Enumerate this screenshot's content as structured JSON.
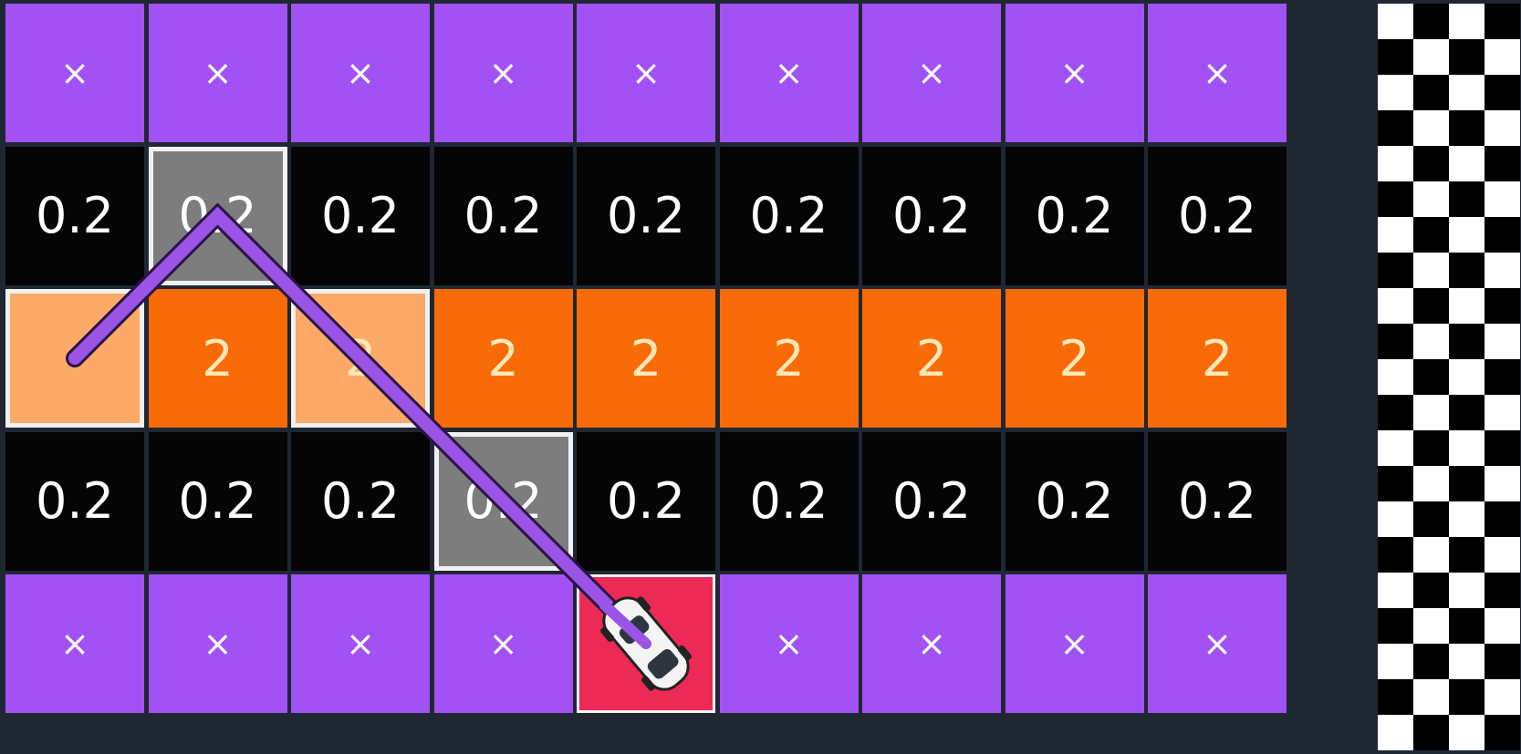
{
  "board": {
    "rows": 5,
    "cols": 9,
    "wall_symbol": "×",
    "grid": [
      [
        "×",
        "×",
        "×",
        "×",
        "×",
        "×",
        "×",
        "×",
        "×"
      ],
      [
        "0.2",
        "0.2",
        "0.2",
        "0.2",
        "0.2",
        "0.2",
        "0.2",
        "0.2",
        "0.2"
      ],
      [
        "",
        "2",
        "2",
        "2",
        "2",
        "2",
        "2",
        "2",
        "2"
      ],
      [
        "0.2",
        "0.2",
        "0.2",
        "0.2",
        "0.2",
        "0.2",
        "0.2",
        "0.2",
        "0.2"
      ],
      [
        "×",
        "×",
        "×",
        "×",
        "",
        "×",
        "×",
        "×",
        "×"
      ]
    ],
    "cell_types": [
      [
        "wall",
        "wall",
        "wall",
        "wall",
        "wall",
        "wall",
        "wall",
        "wall",
        "wall"
      ],
      [
        "dark",
        "gray",
        "dark",
        "dark",
        "dark",
        "dark",
        "dark",
        "dark",
        "dark"
      ],
      [
        "orange-light",
        "orange",
        "orange-light",
        "orange",
        "orange",
        "orange",
        "orange",
        "orange",
        "orange"
      ],
      [
        "dark",
        "dark",
        "dark",
        "gray",
        "dark",
        "dark",
        "dark",
        "dark",
        "dark"
      ],
      [
        "wall",
        "wall",
        "wall",
        "wall",
        "red",
        "wall",
        "wall",
        "wall",
        "wall"
      ]
    ],
    "finish_line": "checkered",
    "car": {
      "row": 4,
      "col": 4,
      "icon": "race-car-icon"
    },
    "path": [
      [
        4,
        4
      ],
      [
        1,
        1
      ],
      [
        2,
        0
      ]
    ],
    "colors": {
      "wall": "#a251f5",
      "dark": "#050505",
      "orange": "#f96b06",
      "orange_visited": "#fda968",
      "gray_visited": "#7d7d7d",
      "car_cell": "#ec2a55",
      "path": "#9a55e6"
    }
  }
}
